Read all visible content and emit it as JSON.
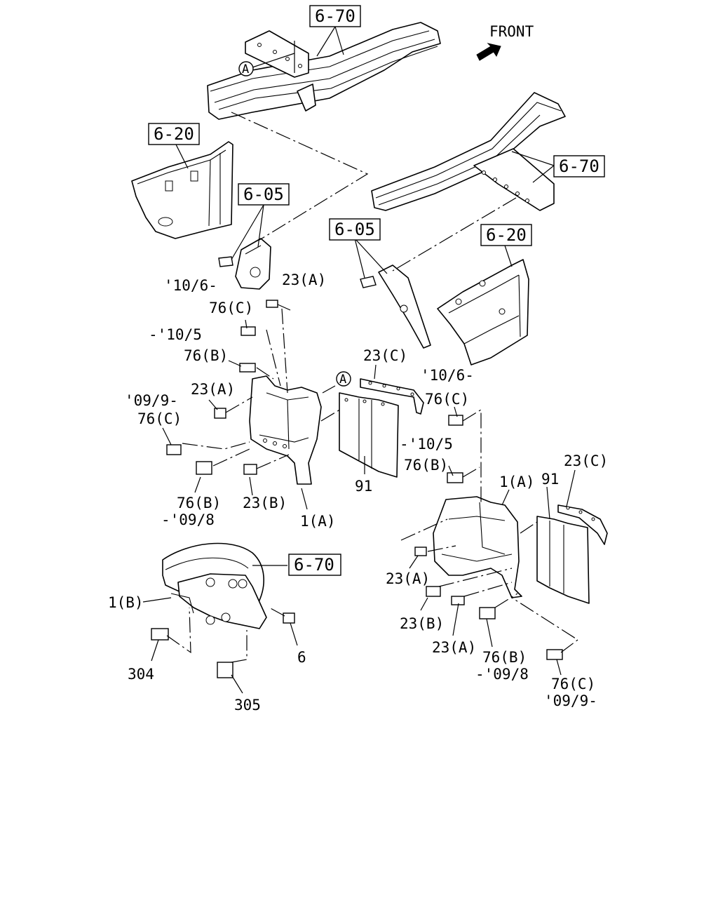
{
  "front_label": "FRONT",
  "callout_A": "A",
  "refs": {
    "r670_top": "6-70",
    "r670_right": "6-70",
    "r670_bottom": "6-70",
    "r620_left": "6-20",
    "r620_right": "6-20",
    "r605_left": "6-05",
    "r605_right": "6-05"
  },
  "labels": {
    "date_10_6_left": "'10/6-",
    "l23A_1": "23(A)",
    "l76C_1": "76(C)",
    "date_10_5_left": "-'10/5",
    "l76B_1": "76(B)",
    "l23A_2": "23(A)",
    "date_09_9_left": "'09/9-",
    "l76C_2": "76(C)",
    "l76B_2": "76(B)",
    "date_09_8_left": "-'09/8",
    "l23B_1": "23(B)",
    "l1A_left": "1(A)",
    "l23C_1": "23(C)",
    "date_10_6_right": "'10/6-",
    "l76C_3": "76(C)",
    "date_10_5_right": "-'10/5",
    "l76B_3": "76(B)",
    "l91_left": "91",
    "l1A_right": "1(A)",
    "l91_right": "91",
    "l23C_2": "23(C)",
    "l23A_3": "23(A)",
    "l23B_2": "23(B)",
    "l23A_4": "23(A)",
    "l76B_4": "76(B)",
    "date_09_8_right": "-'09/8",
    "l76C_4": "76(C)",
    "date_09_9_right": "'09/9-",
    "l1B": "1(B)",
    "l6": "6",
    "l304": "304",
    "l305": "305"
  }
}
